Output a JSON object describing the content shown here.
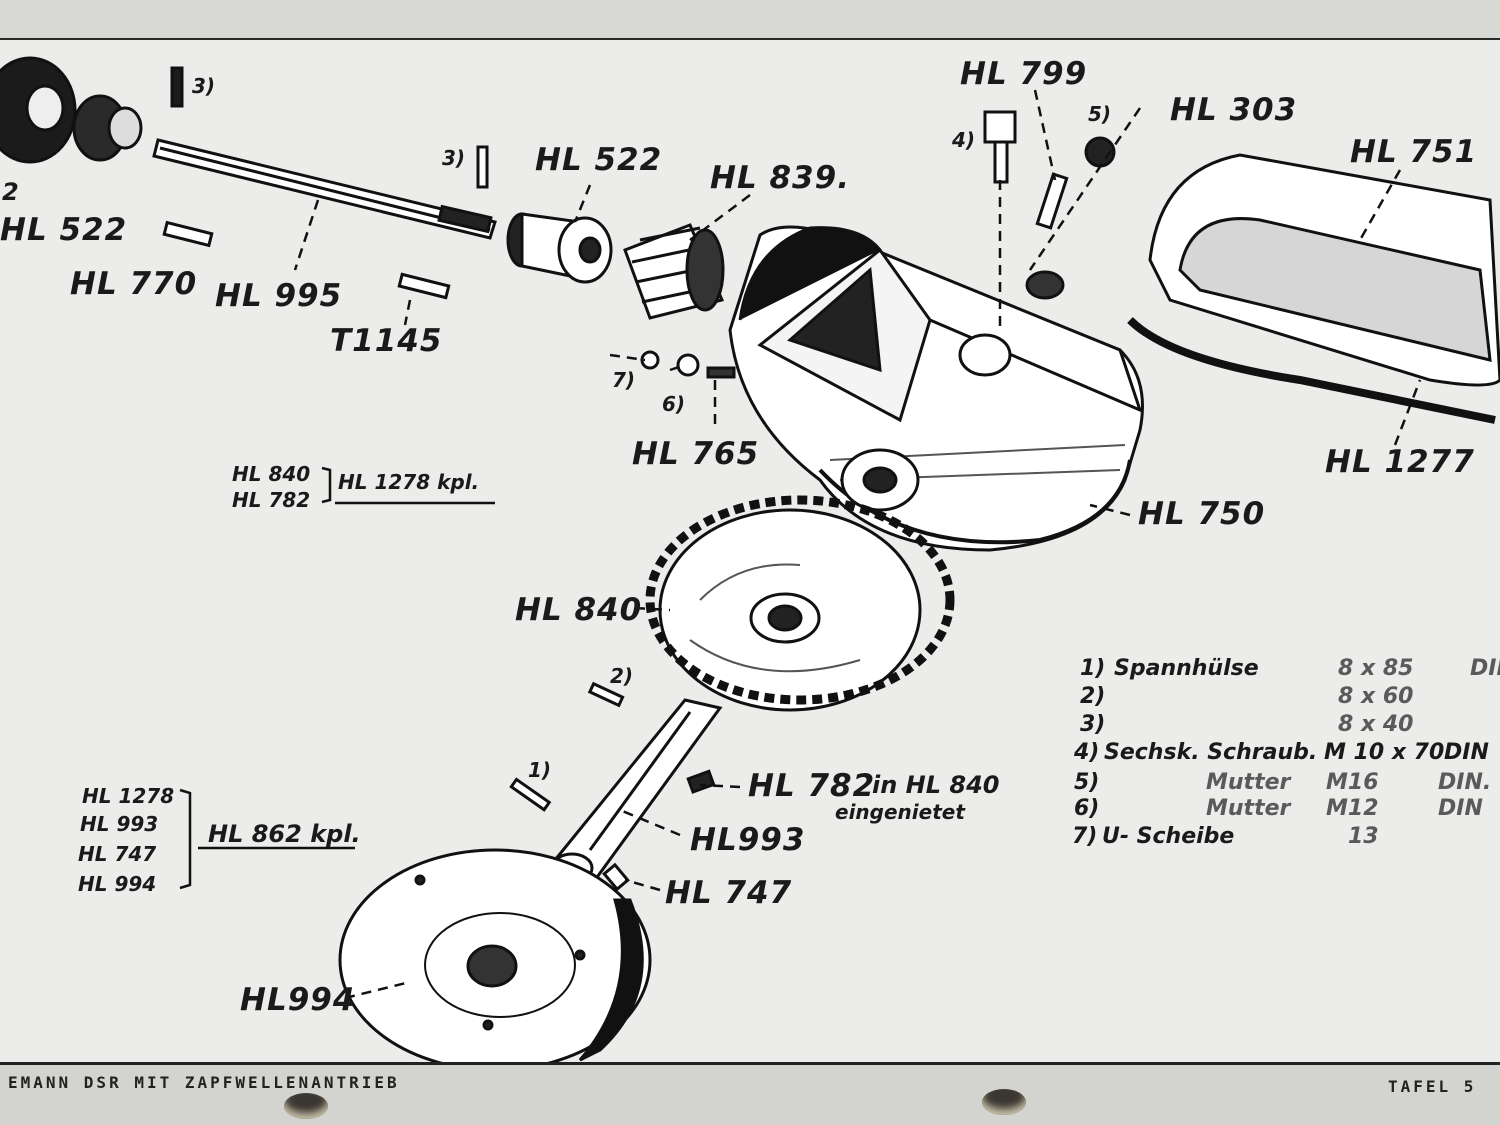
{
  "labels": {
    "hl799": "HL 799",
    "hl303": "HL 303",
    "hl751": "HL 751",
    "n5": "5)",
    "n4": "4)",
    "n3a": "3)",
    "n3b": "3)",
    "hl522a": "HL 522",
    "hl839": "HL 839.",
    "n2left": "2",
    "hl522b": "HL 522",
    "hl770": "HL 770",
    "hl995": "HL 995",
    "t1145": "T1145",
    "n7": "7)",
    "n6": "6)",
    "hl765": "HL 765",
    "hl1277": "HL 1277",
    "hl750": "HL 750",
    "hl840": "HL 840",
    "n2b": "2)",
    "n1b": "1)",
    "hl782": "HL 782",
    "in_hl840": "in HL 840",
    "eingenietet": "eingenietet",
    "hl993": "HL993",
    "hl747": "HL 747",
    "hl994": "HL994"
  },
  "kit1": {
    "members": [
      "HL 840",
      "HL 782"
    ],
    "kit": "HL 1278 kpl."
  },
  "kit2": {
    "members": [
      "HL 1278",
      "HL 993",
      "HL 747",
      "HL 994"
    ],
    "kit": "HL 862  kpl."
  },
  "legend": [
    {
      "num": "1)",
      "name": "Spannhülse",
      "size": "8   x 85",
      "std": "DIN"
    },
    {
      "num": "2)",
      "name": "",
      "size": "8   x 60",
      "std": ""
    },
    {
      "num": "3)",
      "name": "",
      "size": "8   x 40",
      "std": ""
    },
    {
      "num": "4)",
      "name": "Sechsk. Schraub.",
      "size": "M 10 x 70",
      "std": "DIN"
    },
    {
      "num": "5)",
      "name": "Mutter",
      "size": "M16",
      "std": "DIN."
    },
    {
      "num": "6)",
      "name": "Mutter",
      "size": "M12",
      "std": "DIN"
    },
    {
      "num": "7)",
      "name": "U- Scheibe",
      "size": "13",
      "std": ""
    }
  ],
  "footer": {
    "left": "EMANN DSR MIT  ZAPFWELLENANTRIEB",
    "right": "TAFEL 5"
  }
}
